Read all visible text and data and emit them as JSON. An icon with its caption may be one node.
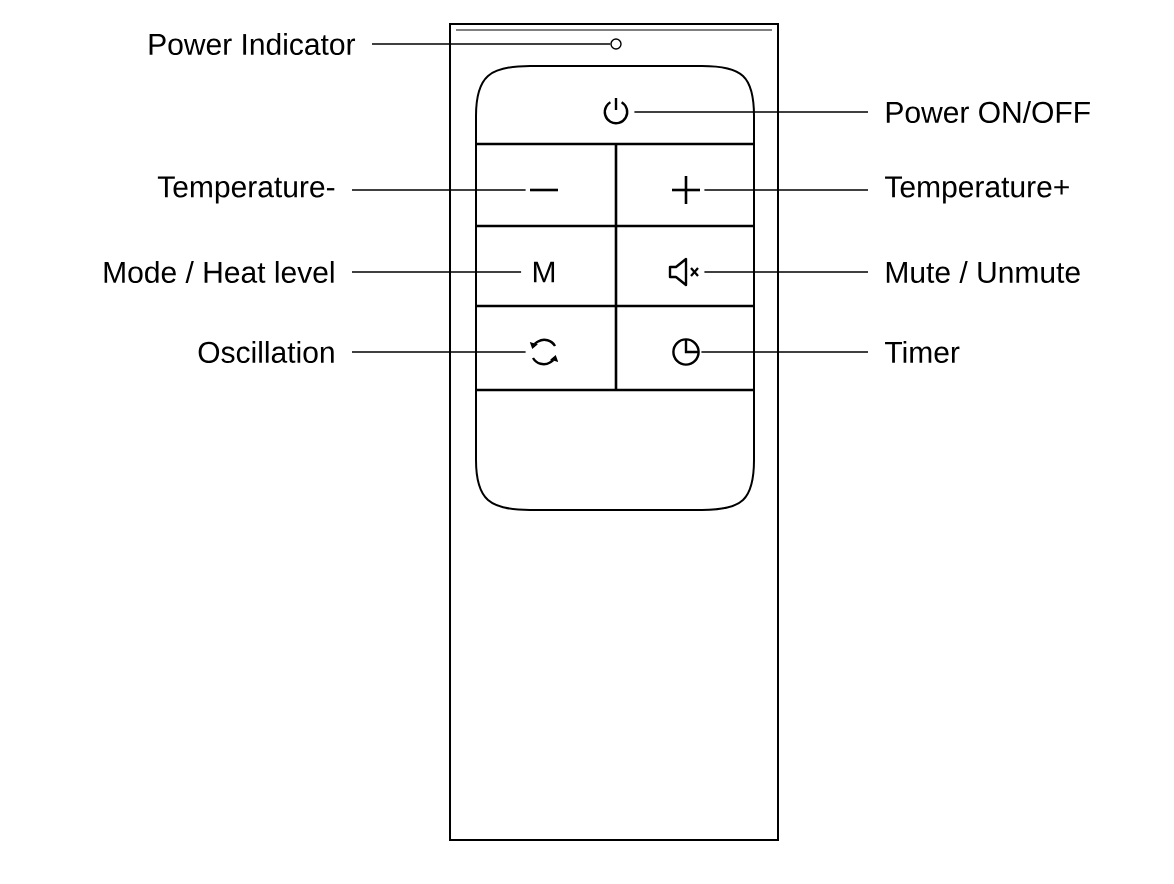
{
  "diagram": {
    "nodes": [
      {
        "text": [
          "Power Indicator"
        ]
      },
      {
        "text": [],
        "shape": "circle"
      },
      {
        "text": [],
        "shape": "box"
      },
      {
        "text": [
          "Power ON/OFF"
        ]
      },
      {
        "text": [
          "Temperature-"
        ]
      },
      {
        "text": [],
        "shape": "box"
      },
      {
        "text": [],
        "shape": "box"
      },
      {
        "text": [
          "Temperature+"
        ]
      },
      {
        "text": [
          "Mode / Heat level"
        ]
      },
      {
        "text": [
          "M"
        ]
      },
      {
        "text": [],
        "shape": "box"
      },
      {
        "text": [
          "Mute / Unmute"
        ]
      },
      {
        "text": [
          "Oscillation"
        ]
      },
      {
        "text": [],
        "shape": "box"
      },
      {
        "text": [],
        "shape": "circle"
      },
      {
        "text": [
          "Timer"
        ]
      }
    ],
    "edges": [
      {
        "from": 0,
        "to": 1,
        "arrow": "none"
      },
      {
        "from": 3,
        "to": 2,
        "arrow": "none"
      },
      {
        "from": 4,
        "to": 5,
        "arrow": "none"
      },
      {
        "from": 7,
        "to": 6,
        "arrow": "none"
      },
      {
        "from": 8,
        "to": 9,
        "arrow": "none"
      },
      {
        "from": 11,
        "to": 10,
        "arrow": "none"
      },
      {
        "from": 12,
        "to": 13,
        "arrow": "none"
      },
      {
        "from": 15,
        "to": 14,
        "arrow": "none"
      }
    ]
  }
}
